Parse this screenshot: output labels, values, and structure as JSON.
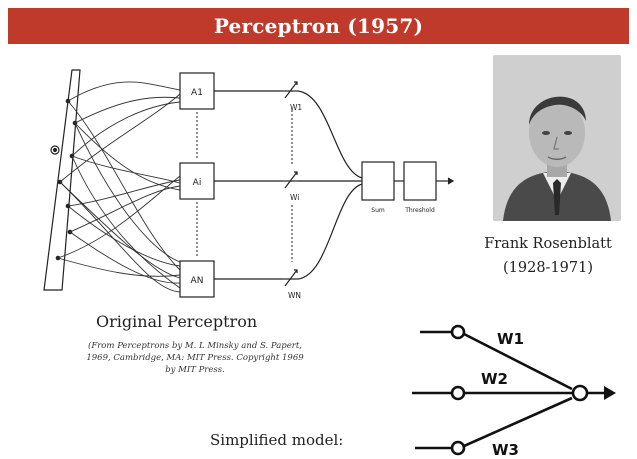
{
  "slide": {
    "title": "Perceptron (1957)",
    "title_color": "#c03a2b",
    "caption": "Original Perceptron",
    "citation_lines": [
      "(From Perceptrons by M. L Minsky and S. Papert,",
      "1969, Cambridge, MA: MIT Press. Copyright 1969",
      "by MIT Press."
    ],
    "person_name": "Frank Rosenblatt",
    "person_years": "(1928-1971)",
    "simplified_label": "Simplified model:"
  },
  "original_diagram": {
    "assoc_units": [
      "A1",
      "Ai",
      "AN"
    ],
    "weights": [
      "W1",
      "Wi",
      "WN"
    ],
    "sum_label": "Sum",
    "threshold_label": "Threshold"
  },
  "simplified_diagram": {
    "weights": [
      "W1",
      "W2",
      "W3"
    ]
  }
}
